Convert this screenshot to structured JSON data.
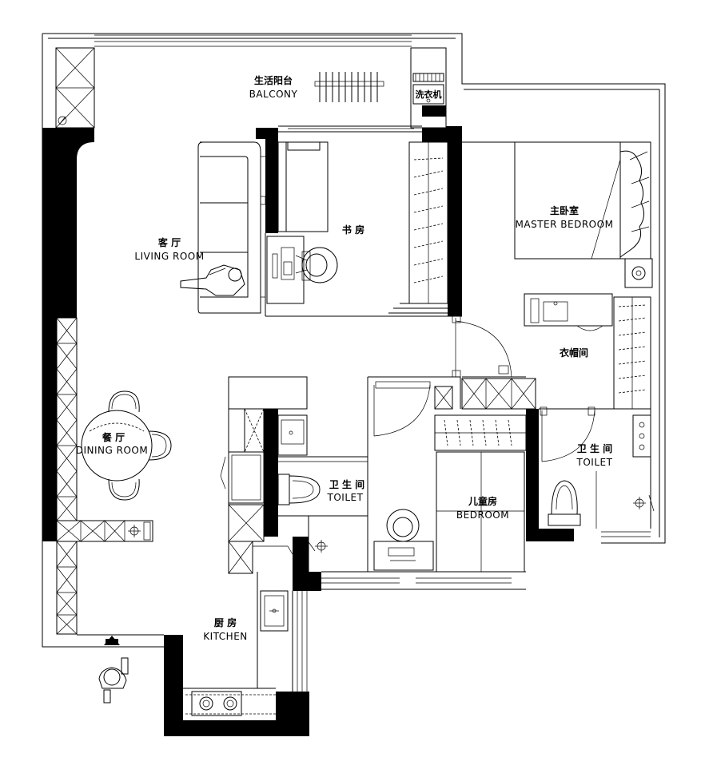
{
  "rooms": {
    "balcony": {
      "cn": "生活阳台",
      "en": "BALCONY"
    },
    "laundry": {
      "cn": "洗衣机"
    },
    "study": {
      "cn": "书 房"
    },
    "living": {
      "cn": "客 厅",
      "en": "LIVING ROOM"
    },
    "master": {
      "cn": "主卧室",
      "en": "MASTER BEDROOM"
    },
    "closet": {
      "cn": "衣帽间"
    },
    "dining": {
      "cn": "餐 厅",
      "en": "DINING ROOM"
    },
    "toilet1": {
      "cn": "卫 生 间",
      "en": "TOILET"
    },
    "toilet2": {
      "cn": "卫 生 间",
      "en": "TOILET"
    },
    "kids": {
      "cn": "儿童房",
      "en": "BEDROOM"
    },
    "kitchen": {
      "cn": "厨 房",
      "en": "KITCHEN"
    }
  },
  "colors": {
    "line": "#000000",
    "background": "#ffffff"
  }
}
